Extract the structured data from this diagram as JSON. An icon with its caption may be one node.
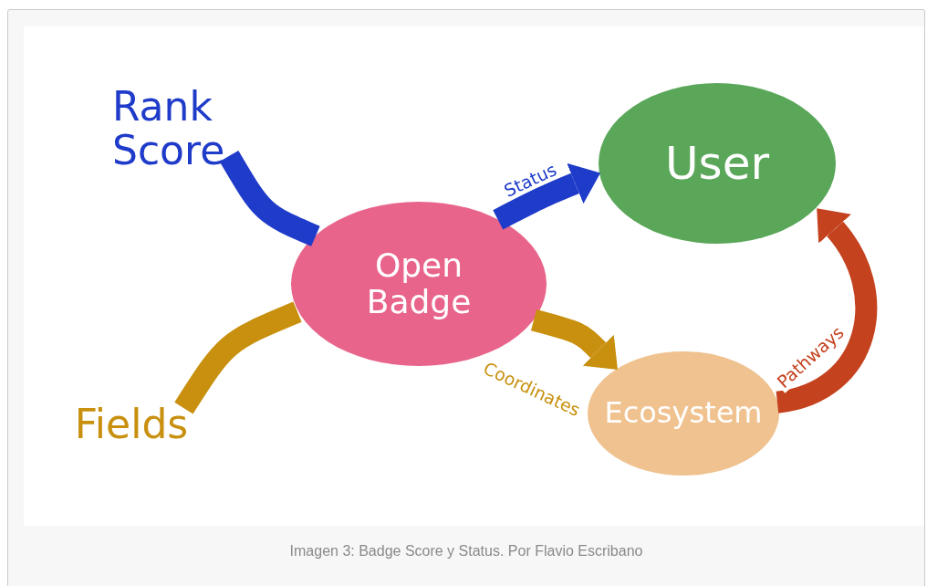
{
  "diagram": {
    "caption": "Imagen 3: Badge Score y Status. Por Flavio Escribano",
    "nodes": [
      {
        "text": [
          "Rank Score"
        ]
      },
      {
        "text": [
          "Fields"
        ]
      },
      {
        "text": [
          "Open Badge"
        ]
      },
      {
        "text": [
          "User"
        ]
      },
      {
        "text": [
          "Ecosystem"
        ]
      }
    ],
    "edges": [
      {
        "from": 0,
        "to": 2,
        "arrow": "none",
        "color": "#1f3bc9"
      },
      {
        "from": 2,
        "to": 3,
        "arrow": "to",
        "label": "Status",
        "color": "#1f3bc9"
      },
      {
        "from": 1,
        "to": 2,
        "arrow": "none",
        "color": "#c8900e"
      },
      {
        "from": 2,
        "to": 4,
        "arrow": "to",
        "label": "Coordinates",
        "color": "#c8900e"
      },
      {
        "from": 4,
        "to": 3,
        "arrow": "to",
        "label": "Pathways",
        "color": "#c4421e"
      }
    ]
  }
}
